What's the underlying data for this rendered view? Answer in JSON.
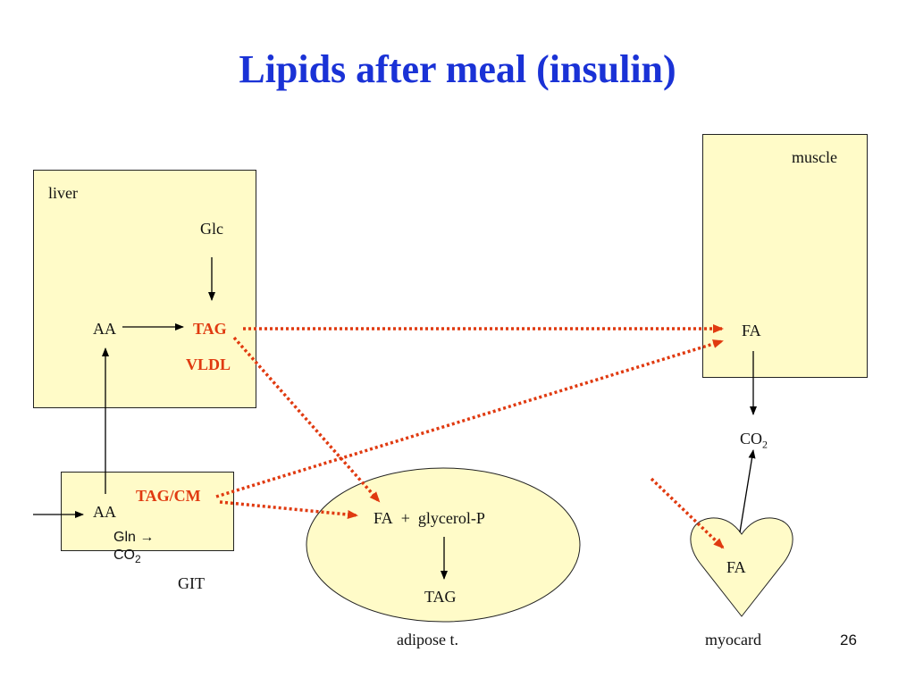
{
  "title": "Lipids after meal (insulin)",
  "liver": {
    "label": "liver",
    "glc": "Glc",
    "aa": "AA",
    "tag": "TAG",
    "vldl": "VLDL"
  },
  "git": {
    "label": "GIT",
    "aa": "AA",
    "tagcm": "TAG/CM",
    "gln": "Gln",
    "arrow_char": "→",
    "co2": "CO",
    "co2_sub": "2"
  },
  "muscle": {
    "label": "muscle",
    "fa": "FA",
    "co2": "CO",
    "co2_sub": "2"
  },
  "adipose": {
    "label": "adipose t.",
    "fa": "FA",
    "plus": "+",
    "glycerol": "glycerol-P",
    "tag": "TAG"
  },
  "myocard": {
    "label": "myocard",
    "fa": "FA"
  },
  "page_number": "26",
  "colors": {
    "title": "#1a32d6",
    "highlight": "#e03a10",
    "box_fill": "#fffbc8"
  }
}
